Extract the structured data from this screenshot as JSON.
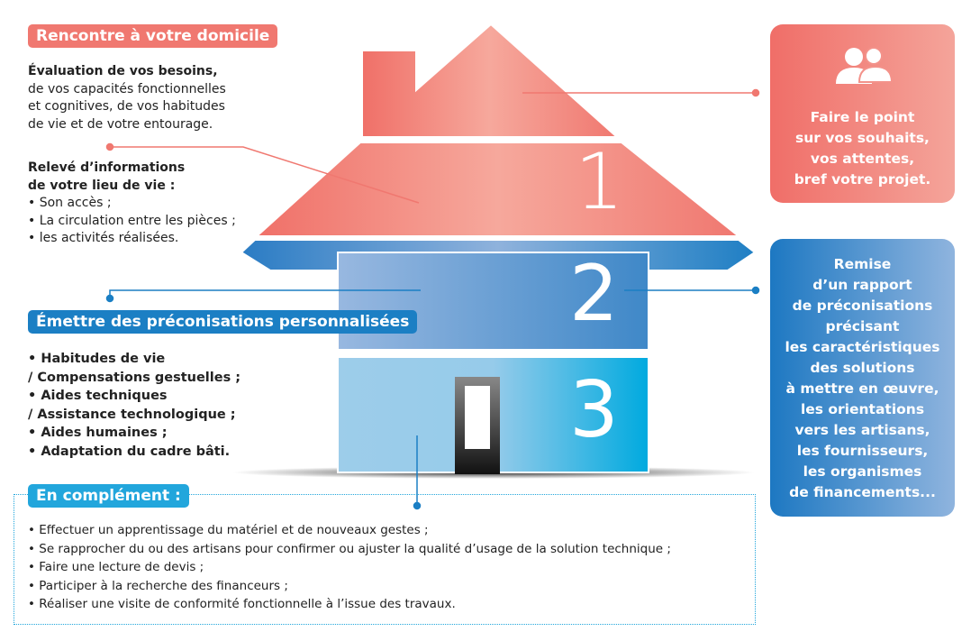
{
  "colors": {
    "pink": "#f07870",
    "blue": "#1b7fc4",
    "lightblue": "#22a6dc"
  },
  "step1": {
    "tag": "Rencontre à votre domicile",
    "eval_title": "Évaluation de vos besoins,",
    "eval_lines": [
      "de vos capacités fonctionnelles",
      "et cognitives, de vos habitudes",
      "de vie et de votre entourage."
    ],
    "releve_title": [
      "Relevé d’informations",
      "de votre lieu de vie :"
    ],
    "releve_items": [
      "Son accès ;",
      "La circulation entre les pièces ;",
      "les activités réalisées."
    ]
  },
  "step2": {
    "tag": "Émettre des préconisations personnalisées",
    "items": [
      "Habitudes de vie",
      "/ Compensations gestuelles ;",
      "Aides techniques",
      "/ Assistance technologique ;",
      "Aides humaines ;",
      "Adaptation du cadre bâti."
    ]
  },
  "complement": {
    "tag": "En complément :",
    "items": [
      "Effectuer un apprentissage du matériel et de nouveaux gestes ;",
      "Se rapprocher du ou des artisans pour confirmer ou ajuster la qualité d’usage de la solution technique ;",
      "Faire une lecture de devis ;",
      "Participer à la recherche des financeurs ;",
      "Réaliser une visite de conformité fonctionnelle à l’issue des travaux."
    ]
  },
  "house": {
    "numbers": [
      "1",
      "2",
      "3"
    ]
  },
  "right_pink": {
    "icon": "users-icon",
    "lines": [
      "Faire le point",
      "sur vos souhaits,",
      "vos attentes,",
      "bref votre projet."
    ]
  },
  "right_blue": {
    "lines": [
      "Remise",
      "d’un rapport",
      "de préconisations",
      "précisant",
      "les caractéristiques",
      "des solutions",
      "à mettre en œuvre,",
      "les orientations",
      "vers les artisans,",
      "les fournisseurs,",
      "les organismes",
      "de financements..."
    ]
  }
}
